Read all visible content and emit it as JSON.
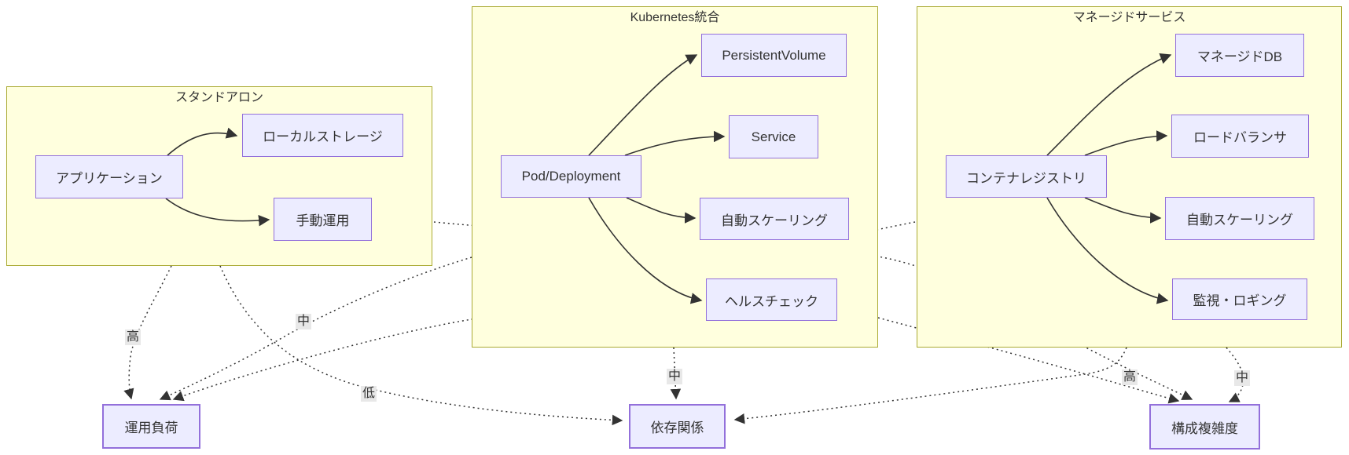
{
  "clusters": [
    {
      "title": "スタンドアロン",
      "nodes": [
        {
          "label": "アプリケーション"
        },
        {
          "label": "ローカルストレージ"
        },
        {
          "label": "手動運用"
        }
      ]
    },
    {
      "title": "Kubernetes統合",
      "nodes": [
        {
          "label": "Pod/Deployment"
        },
        {
          "label": "PersistentVolume"
        },
        {
          "label": "Service"
        },
        {
          "label": "自動スケーリング"
        },
        {
          "label": "ヘルスチェック"
        }
      ]
    },
    {
      "title": "マネージドサービス",
      "nodes": [
        {
          "label": "コンテナレジストリ"
        },
        {
          "label": "マネージドDB"
        },
        {
          "label": "ロードバランサ"
        },
        {
          "label": "自動スケーリング"
        },
        {
          "label": "監視・ロギング"
        }
      ]
    }
  ],
  "metrics": [
    {
      "label": "運用負荷"
    },
    {
      "label": "依存関係"
    },
    {
      "label": "構成複雑度"
    }
  ],
  "edge_labels": [
    {
      "text": "高"
    },
    {
      "text": "中"
    },
    {
      "text": "低"
    },
    {
      "text": "中"
    },
    {
      "text": "高"
    },
    {
      "text": "中"
    }
  ],
  "internal_edges": [
    {
      "from": "アプリケーション",
      "to": "ローカルストレージ"
    },
    {
      "from": "アプリケーション",
      "to": "手動運用"
    },
    {
      "from": "Pod/Deployment",
      "to": "PersistentVolume"
    },
    {
      "from": "Pod/Deployment",
      "to": "Service"
    },
    {
      "from": "Pod/Deployment",
      "to": "自動スケーリング"
    },
    {
      "from": "Pod/Deployment",
      "to": "ヘルスチェック"
    },
    {
      "from": "コンテナレジストリ",
      "to": "マネージドDB"
    },
    {
      "from": "コンテナレジストリ",
      "to": "ロードバランサ"
    },
    {
      "from": "コンテナレジストリ",
      "to": "自動スケーリング"
    },
    {
      "from": "コンテナレジストリ",
      "to": "監視・ロギング"
    }
  ],
  "relations": [
    {
      "from": "スタンドアロン",
      "to": "運用負荷",
      "label": "高"
    },
    {
      "from": "Kubernetes統合",
      "to": "運用負荷",
      "label": "中"
    },
    {
      "from": "マネージドサービス",
      "to": "運用負荷",
      "label": ""
    },
    {
      "from": "スタンドアロン",
      "to": "依存関係",
      "label": "低"
    },
    {
      "from": "Kubernetes統合",
      "to": "依存関係",
      "label": "中"
    },
    {
      "from": "マネージドサービス",
      "to": "依存関係",
      "label": "高"
    },
    {
      "from": "スタンドアロン",
      "to": "構成複雑度",
      "label": ""
    },
    {
      "from": "Kubernetes統合",
      "to": "構成複雑度",
      "label": ""
    },
    {
      "from": "マネージドサービス",
      "to": "構成複雑度",
      "label": "中"
    }
  ],
  "colors": {
    "cluster_fill": "#ffffde",
    "cluster_border": "#aaaa33",
    "node_fill": "#ececff",
    "node_border": "#9370db",
    "edge": "#333333",
    "edge_label_bg": "#e8e8e8",
    "text": "#333333"
  }
}
